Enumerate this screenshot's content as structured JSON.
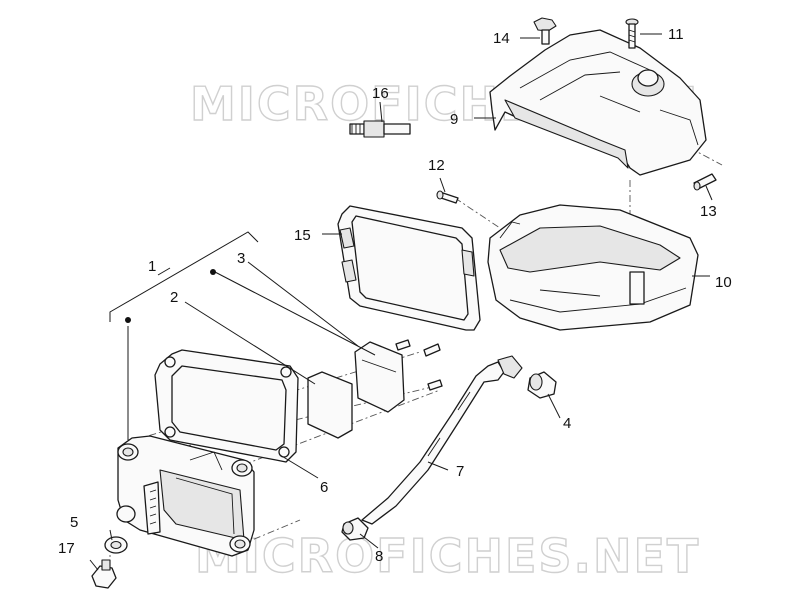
{
  "watermark": {
    "top": "MICROFICHES.NET",
    "bottom": "MICROFICHES.NET"
  },
  "callouts": [
    {
      "id": "1",
      "label": "1"
    },
    {
      "id": "2",
      "label": "2"
    },
    {
      "id": "3",
      "label": "3"
    },
    {
      "id": "4",
      "label": "4"
    },
    {
      "id": "5",
      "label": "5"
    },
    {
      "id": "6",
      "label": "6"
    },
    {
      "id": "7",
      "label": "7"
    },
    {
      "id": "8",
      "label": "8"
    },
    {
      "id": "9",
      "label": "9"
    },
    {
      "id": "10",
      "label": "10"
    },
    {
      "id": "11",
      "label": "11"
    },
    {
      "id": "12",
      "label": "12"
    },
    {
      "id": "13",
      "label": "13"
    },
    {
      "id": "14",
      "label": "14"
    },
    {
      "id": "15",
      "label": "15"
    },
    {
      "id": "16",
      "label": "16"
    },
    {
      "id": "17",
      "label": "17"
    }
  ]
}
